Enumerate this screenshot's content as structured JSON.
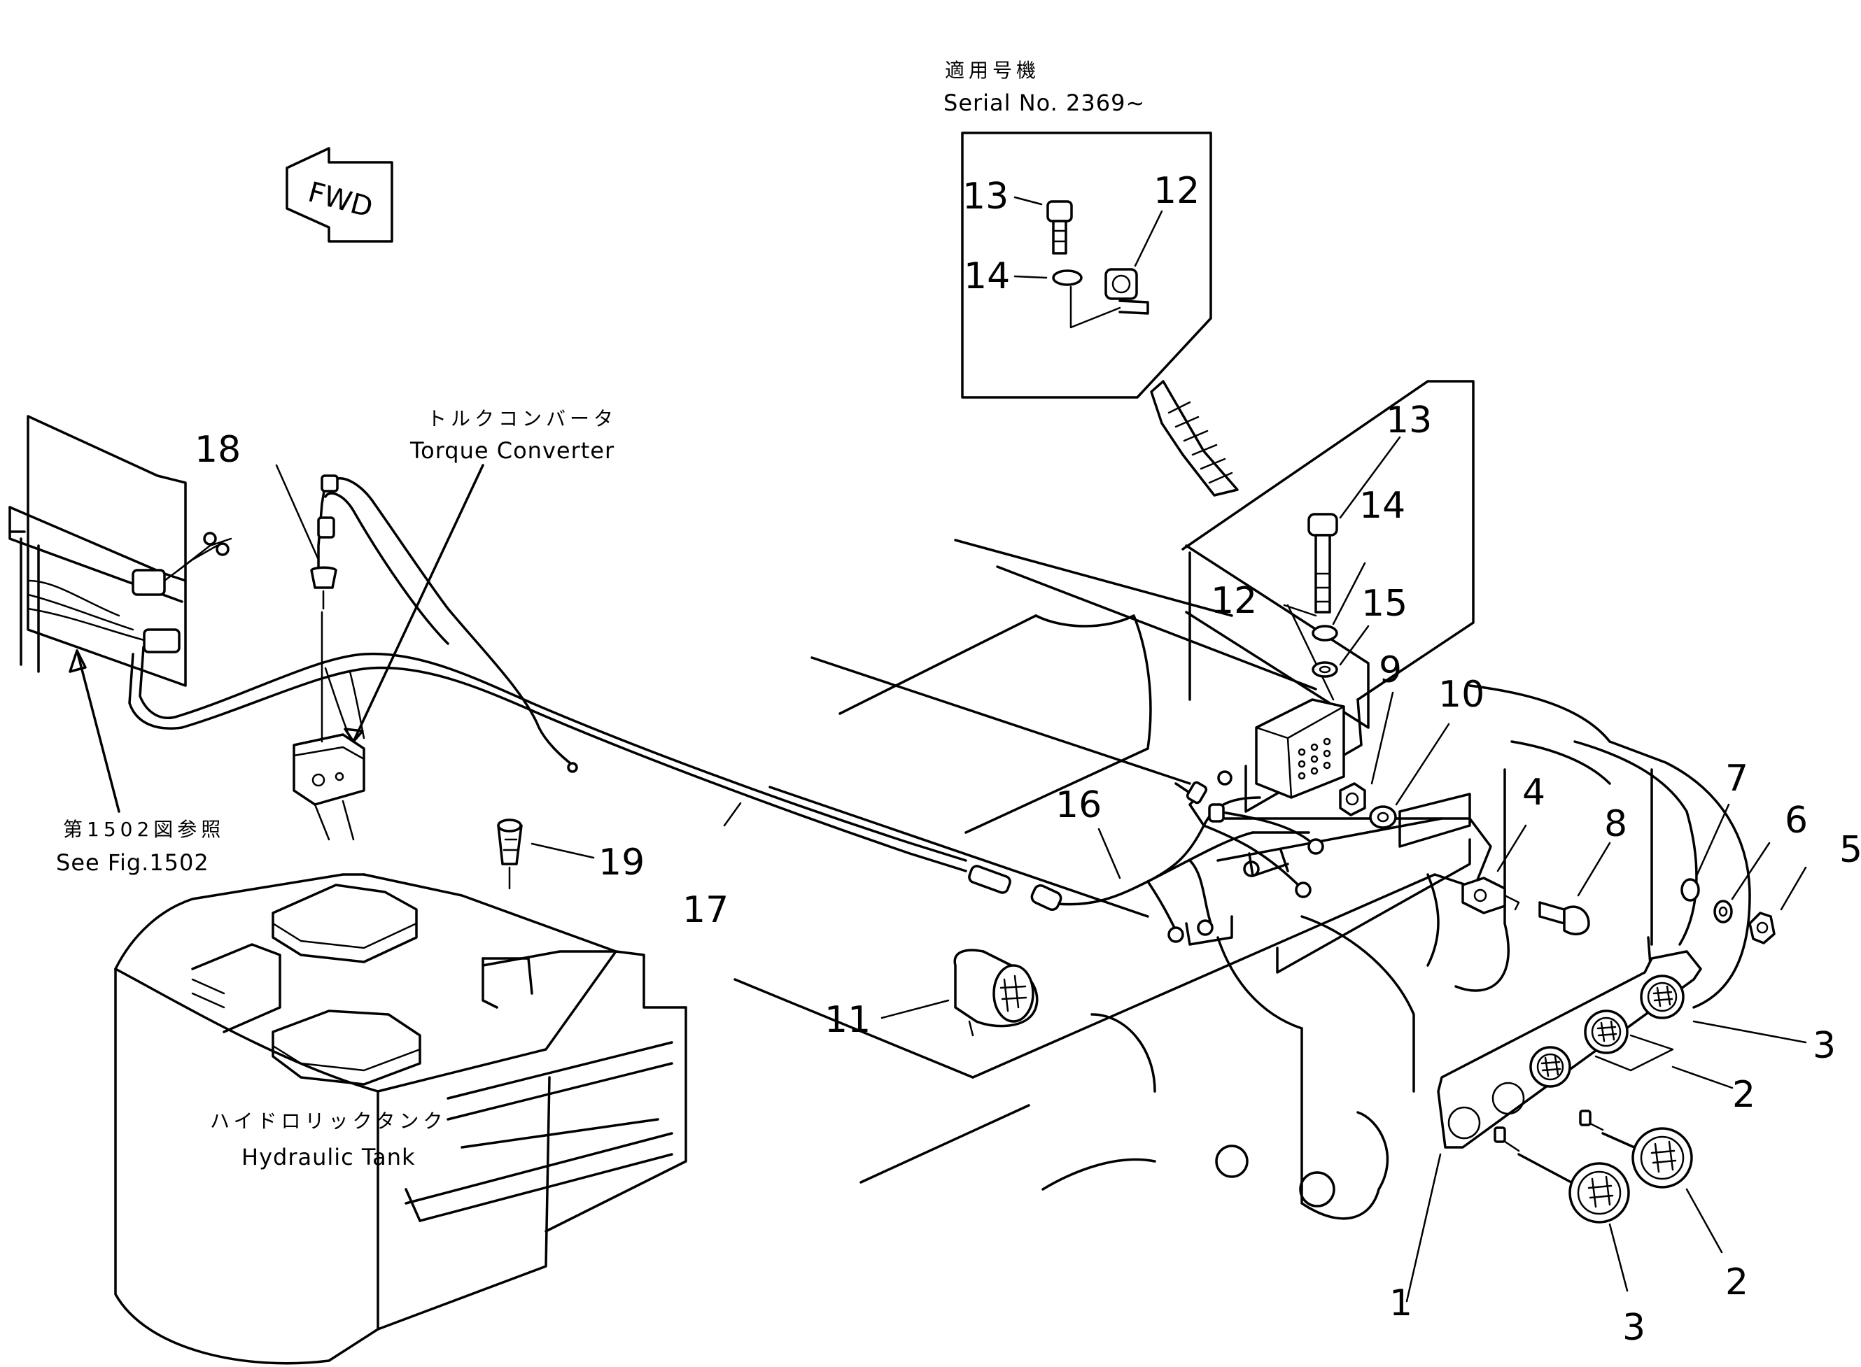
{
  "notes": {
    "serial_jp": "適用号機",
    "serial_en": "Serial No. 2369~",
    "fwd": "FWD",
    "torque_jp": "トルクコンバータ",
    "torque_en": "Torque Converter",
    "seefig_jp": "第1502図参照",
    "seefig_en": "See Fig.1502",
    "tank_jp": "ハイドロリックタンク",
    "tank_en": "Hydraulic Tank"
  },
  "callouts": {
    "c13a": "13",
    "c12a": "12",
    "c14a": "14",
    "c13b": "13",
    "c14b": "14",
    "c12b": "12",
    "c15": "15",
    "c9": "9",
    "c10": "10",
    "c4": "4",
    "c8": "8",
    "c7": "7",
    "c6": "6",
    "c5": "5",
    "c18": "18",
    "c16": "16",
    "c17": "17",
    "c19": "19",
    "c11": "11",
    "c3a": "3",
    "c2a": "2",
    "c1": "1",
    "c3b": "3",
    "c2b": "2"
  }
}
